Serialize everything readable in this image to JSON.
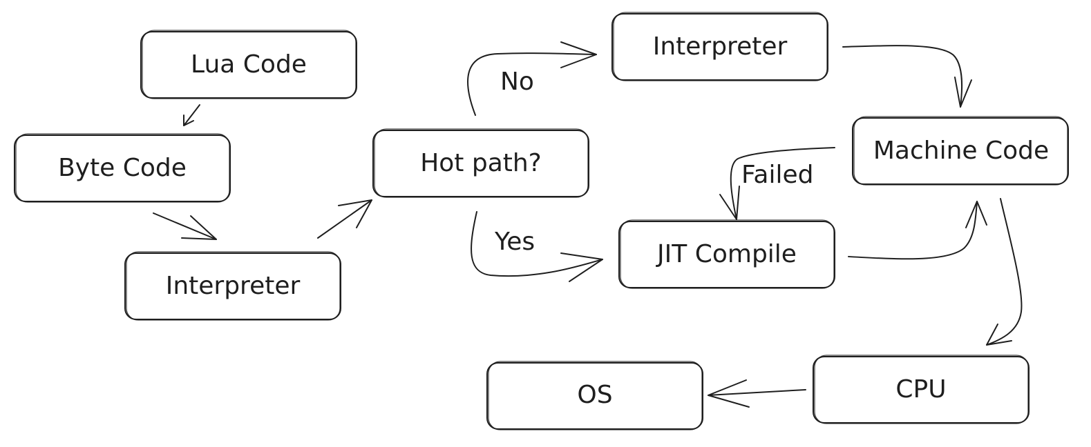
{
  "diagram": {
    "nodes": {
      "lua_code": "Lua Code",
      "byte_code": "Byte Code",
      "interpreter_1": "Interpreter",
      "hot_path": "Hot path?",
      "interpreter_2": "Interpreter",
      "machine_code": "Machine Code",
      "jit_compile": "JIT Compile",
      "cpu": "CPU",
      "os": "OS"
    },
    "edge_labels": {
      "no": "No",
      "yes": "Yes",
      "failed": "Failed"
    }
  }
}
